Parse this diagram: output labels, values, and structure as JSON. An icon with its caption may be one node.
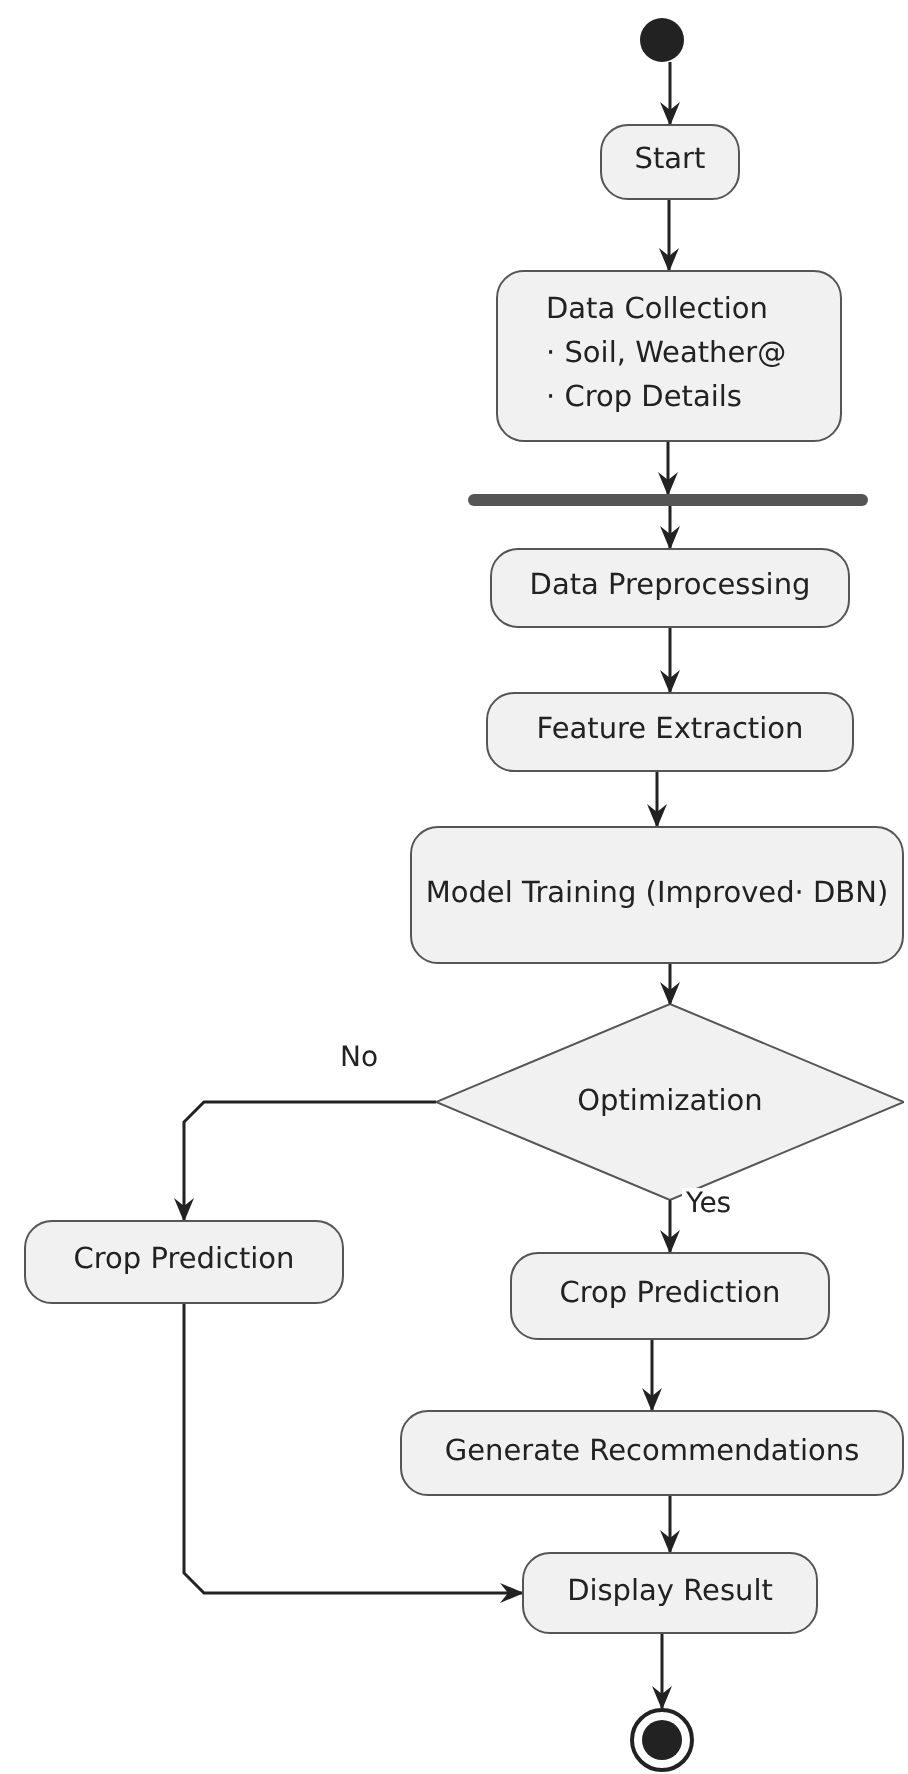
{
  "diagram": {
    "nodes": [
      {
        "text": [],
        "shape": "circle"
      },
      {
        "text": [
          "Start"
        ]
      },
      {
        "text": [
          "Data Collection",
          "· Soil, Weather@",
          "· Crop Details"
        ]
      },
      {
        "text": [],
        "shape": "bar"
      },
      {
        "text": [
          "Data Preprocessing"
        ]
      },
      {
        "text": [
          "Feature Extraction"
        ]
      },
      {
        "text": [
          "Model Training (Improved· DBN)"
        ]
      },
      {
        "text": [
          "Optimization"
        ]
      },
      {
        "text": [
          "Crop Prediction"
        ]
      },
      {
        "text": [
          "Crop Prediction"
        ]
      },
      {
        "text": [
          "Generate Recommendations"
        ]
      },
      {
        "text": [
          "Display Result"
        ]
      },
      {
        "text": [],
        "shape": "circle"
      }
    ],
    "edges": [
      {
        "from": 0,
        "to": 1,
        "arrow": "to"
      },
      {
        "from": 1,
        "to": 2,
        "arrow": "to"
      },
      {
        "from": 2,
        "to": 3,
        "arrow": "to"
      },
      {
        "from": 3,
        "to": 4,
        "arrow": "to"
      },
      {
        "from": 4,
        "to": 5,
        "arrow": "to"
      },
      {
        "from": 5,
        "to": 6,
        "arrow": "to"
      },
      {
        "from": 6,
        "to": 7,
        "arrow": "to"
      },
      {
        "from": 7,
        "to": 8,
        "label": "No",
        "arrow": "to"
      },
      {
        "from": 7,
        "to": 9,
        "label": "Yes",
        "arrow": "to"
      },
      {
        "from": 9,
        "to": 10,
        "arrow": "to"
      },
      {
        "from": 10,
        "to": 11,
        "arrow": "to"
      },
      {
        "from": 8,
        "to": 11,
        "arrow": "to"
      },
      {
        "from": 11,
        "to": 12,
        "arrow": "to"
      }
    ]
  }
}
